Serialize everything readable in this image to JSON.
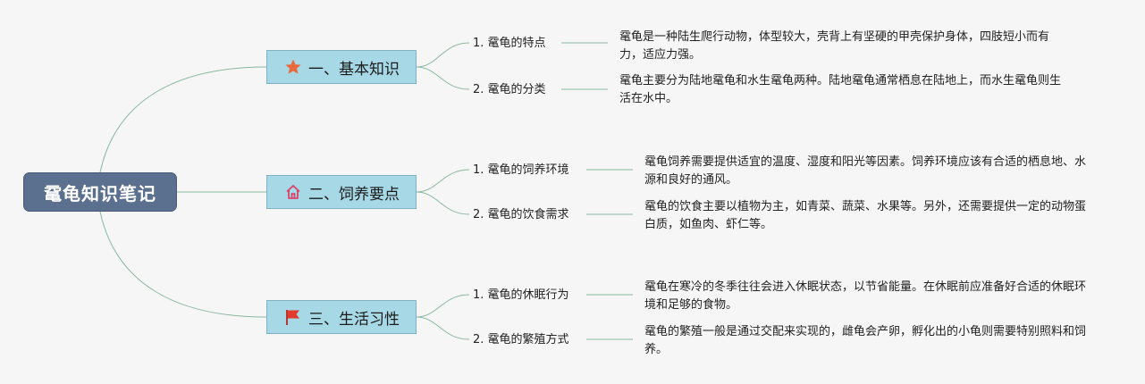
{
  "root": {
    "label": "鼋龟知识笔记"
  },
  "branches": [
    {
      "label": "一、基本知识",
      "icon": "star-icon",
      "icon_color": "#e8693c",
      "subs": [
        {
          "label": "1. 鼋龟的特点",
          "detail": "鼋龟是一种陆生爬行动物，体型较大，壳背上有坚硬的甲壳保护身体，四肢短小而有力，适应力强。"
        },
        {
          "label": "2. 鼋龟的分类",
          "detail": "鼋龟主要分为陆地鼋龟和水生鼋龟两种。陆地鼋龟通常栖息在陆地上，而水生鼋龟则生活在水中。"
        }
      ]
    },
    {
      "label": "二、饲养要点",
      "icon": "home-icon",
      "icon_color": "#d9436a",
      "subs": [
        {
          "label": "1. 鼋龟的饲养环境",
          "detail": "鼋龟饲养需要提供适宜的温度、湿度和阳光等因素。饲养环境应该有合适的栖息地、水源和良好的通风。"
        },
        {
          "label": "2. 鼋龟的饮食需求",
          "detail": "鼋龟的饮食主要以植物为主，如青菜、蔬菜、水果等。另外，还需要提供一定的动物蛋白质，如鱼肉、虾仁等。"
        }
      ]
    },
    {
      "label": "三、生活习性",
      "icon": "flag-icon",
      "icon_color": "#e23b2e",
      "subs": [
        {
          "label": "1. 鼋龟的休眠行为",
          "detail": "鼋龟在寒冷的冬季往往会进入休眠状态，以节省能量。在休眠前应准备好合适的休眠环境和足够的食物。"
        },
        {
          "label": "2. 鼋龟的繁殖方式",
          "detail": "鼋龟的繁殖一般是通过交配来实现的，雌龟会产卵，孵化出的小龟则需要特别照料和饲养。"
        }
      ]
    }
  ]
}
